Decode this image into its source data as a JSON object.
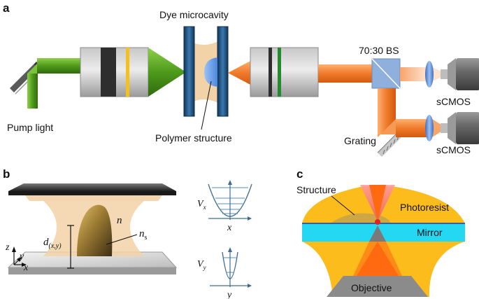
{
  "panels": {
    "a": {
      "letter": "a",
      "pump_label": "Pump light",
      "cavity_label": "Dye microcavity",
      "polymer_label": "Polymer structure",
      "bs_label": "70:30 BS",
      "camera_label_top": "sCMOS",
      "camera_label_bottom": "sCMOS",
      "grating_label": "Grating"
    },
    "b": {
      "letter": "b",
      "n_label": "n",
      "ns_main": "n",
      "ns_sub": "s",
      "d_main": "d",
      "d_sub": "(x,y)",
      "axis_z": "z",
      "axis_y": "y",
      "axis_x": "x",
      "vx_main": "V",
      "vx_sub": "x",
      "vx_axis": "x",
      "vy_main": "V",
      "vy_sub": "y",
      "vy_axis": "y"
    },
    "c": {
      "letter": "c",
      "structure_label": "Structure",
      "photoresist_label": "Photoresist",
      "mirror_label": "Mirror",
      "objective_label": "Objective"
    }
  },
  "colors": {
    "pump_green": "#4e9a1b",
    "emission_orange": "#f07a2a",
    "cavity_fill": "#f2d2a7",
    "mirror_blue": "#1b4d7a",
    "polymer_blue": "#6fa6ee",
    "beamsplitter": "#8fb0dd",
    "photoresist_yellow": "#fbbc1c",
    "mirror_cyan": "#24d7f2",
    "objective_gray": "#8b8b8b",
    "laser_red": "#ef5b62"
  }
}
